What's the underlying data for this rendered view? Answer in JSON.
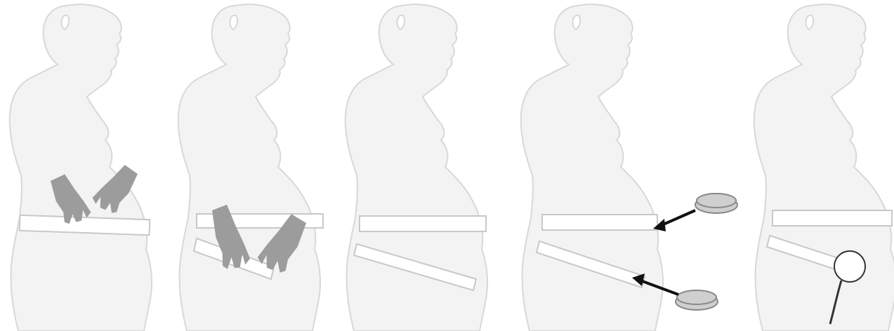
{
  "panels": [
    {
      "id": 1,
      "step": "fasten-lower-belt",
      "hands": true
    },
    {
      "id": 2,
      "step": "position-upper-belt",
      "hands": true
    },
    {
      "id": 3,
      "step": "belts-in-place",
      "hands": false
    },
    {
      "id": 4,
      "step": "attach-transducers",
      "hands": false,
      "arrows": 2
    },
    {
      "id": 5,
      "step": "transducer-attached",
      "hands": false
    }
  ],
  "colors": {
    "silhouette_fill": "#f3f3f3",
    "silhouette_stroke": "#d8d8d8",
    "belt_fill": "#ffffff",
    "belt_stroke": "#c8c8c8",
    "hand_fill": "#9c9c9c",
    "arrow": "#111111",
    "transducer_fill": "#cfcfcf"
  },
  "icons": [
    "woman-silhouette",
    "belt",
    "hand",
    "arrow",
    "transducer-disc",
    "cable"
  ]
}
